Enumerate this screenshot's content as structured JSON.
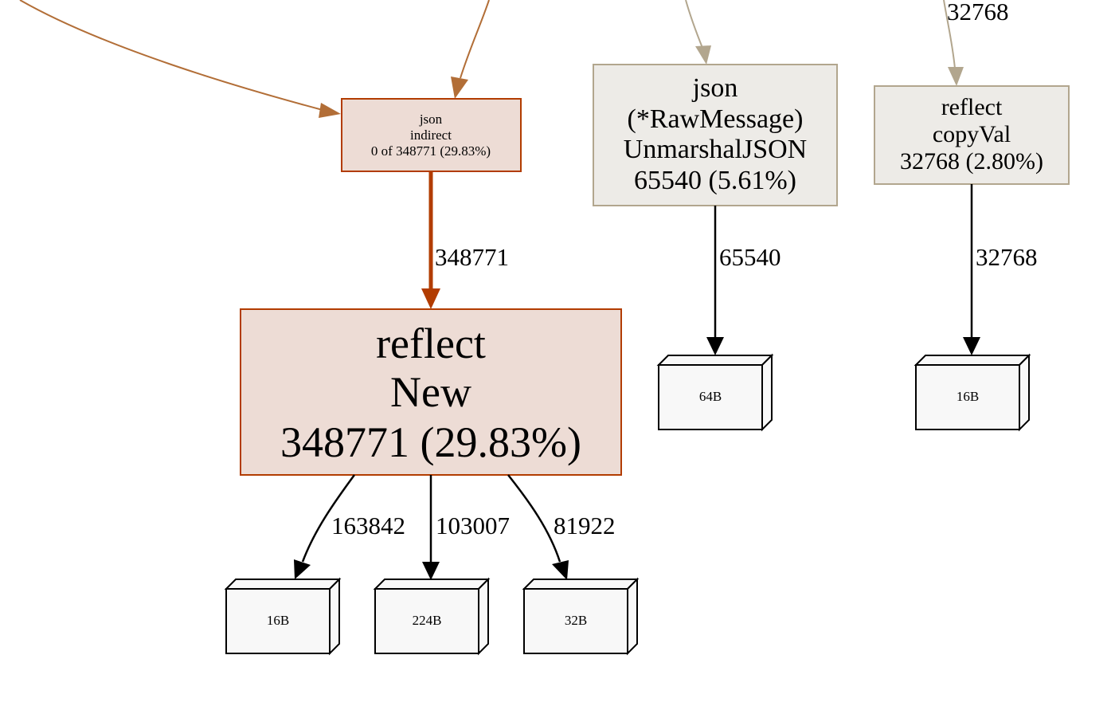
{
  "nodes": {
    "json_indirect": {
      "lines": [
        "json",
        "indirect",
        "0 of 348771 (29.83%)"
      ]
    },
    "reflect_new": {
      "lines": [
        "reflect",
        "New",
        "348771 (29.83%)"
      ]
    },
    "json_rawmessage": {
      "lines": [
        "json",
        "(*RawMessage)",
        "UnmarshalJSON",
        "65540 (5.61%)"
      ]
    },
    "reflect_copyval": {
      "lines": [
        "reflect",
        "copyVal",
        "32768 (2.80%)"
      ]
    }
  },
  "size_boxes": {
    "rawmessage_64b": "64B",
    "copyval_16b": "16B",
    "new_16b": "16B",
    "new_224b": "224B",
    "new_32b": "32B"
  },
  "edges": {
    "into_copyval": "32768",
    "indirect_to_new": "348771",
    "rawmessage_to_64b": "65540",
    "copyval_to_16b": "32768",
    "new_to_16b": "163842",
    "new_to_224b": "103007",
    "new_to_32b": "81922"
  },
  "colors": {
    "hot_fill": "#eddcd5",
    "hot_stroke": "#b23c00",
    "hot_edge": "#b23c00",
    "warm_edge": "#b26e37",
    "neutral_fill": "#edebe7",
    "neutral_stroke": "#b2a68e",
    "neutral_edge": "#b2a68e",
    "size_fill": "#f8f8f8",
    "size_stroke": "#000000"
  }
}
